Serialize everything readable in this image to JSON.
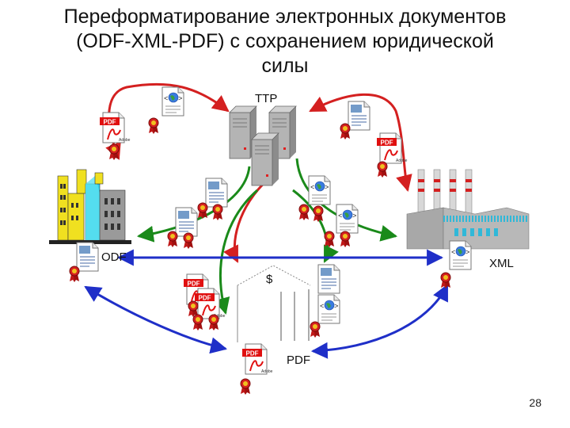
{
  "title": {
    "line1": "Переформатирование электронных документов",
    "line2": "(ODF-XML-PDF) с сохранением юридической",
    "line3": "силы"
  },
  "labels": {
    "ttp": "TTP",
    "odf": "ODF",
    "xml": "XML",
    "pdf": "PDF",
    "dollar": "$"
  },
  "icon_text": {
    "pdf": "PDF",
    "adobe": "Adobe"
  },
  "page_number": "28",
  "colors": {
    "red_arrow": "#d42020",
    "green_arrow": "#1a8a1a",
    "blue_arrow": "#1f2fc8",
    "pdf_red": "#e01010",
    "server_gray": "#a9a9a9",
    "building_yellow": "#f0e020",
    "building_cyan": "#30d0e8",
    "factory_gray": "#b8b8b8"
  }
}
